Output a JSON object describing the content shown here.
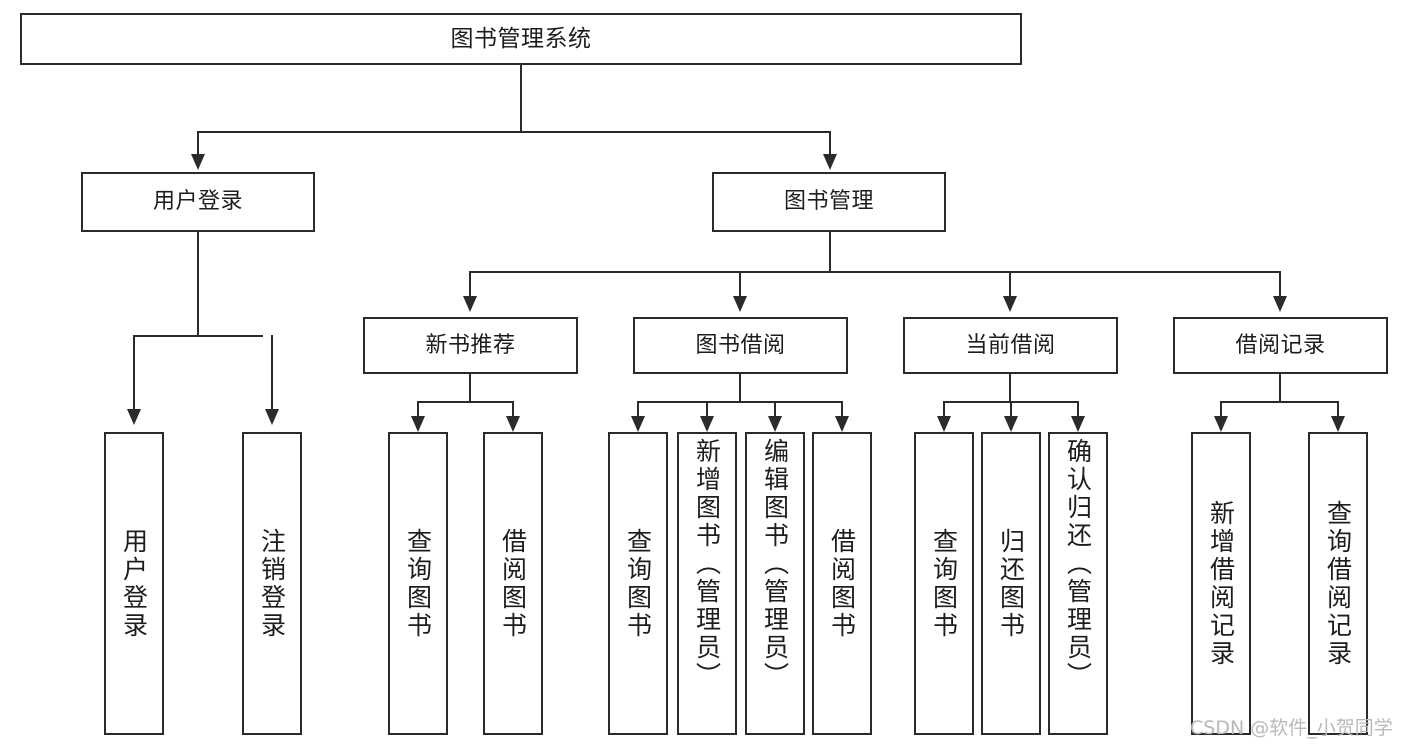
{
  "diagram": {
    "type": "tree-hierarchy",
    "title": "图书管理系统",
    "nodes": {
      "root": {
        "label": "图书管理系统"
      },
      "user_login": {
        "label": "用户登录"
      },
      "book_manage": {
        "label": "图书管理"
      },
      "new_book_rec": {
        "label": "新书推荐"
      },
      "book_borrow": {
        "label": "图书借阅"
      },
      "current_borrow": {
        "label": "当前借阅"
      },
      "borrow_record": {
        "label": "借阅记录"
      },
      "leaf_user_login": {
        "label": "用户登录"
      },
      "leaf_logout": {
        "label": "注销登录"
      },
      "leaf_query_book_1": {
        "label": "查询图书"
      },
      "leaf_borrow_book_1": {
        "label": "借阅图书"
      },
      "leaf_query_book_2": {
        "label": "查询图书"
      },
      "leaf_add_book": {
        "label": "新增图书（管理员）"
      },
      "leaf_edit_book": {
        "label": "编辑图书（管理员）"
      },
      "leaf_borrow_book_2": {
        "label": "借阅图书"
      },
      "leaf_query_book_3": {
        "label": "查询图书"
      },
      "leaf_return_book": {
        "label": "归还图书"
      },
      "leaf_confirm_return": {
        "label": "确认归还（管理员）"
      },
      "leaf_add_record": {
        "label": "新增借阅记录"
      },
      "leaf_query_record": {
        "label": "查询借阅记录"
      }
    },
    "colors": {
      "stroke": "#2b2b2b",
      "fill": "#ffffff",
      "text": "#1d1d1d",
      "watermark": "#b9b9b9"
    }
  },
  "watermark": {
    "text": "CSDN @软件_小贺同学"
  }
}
